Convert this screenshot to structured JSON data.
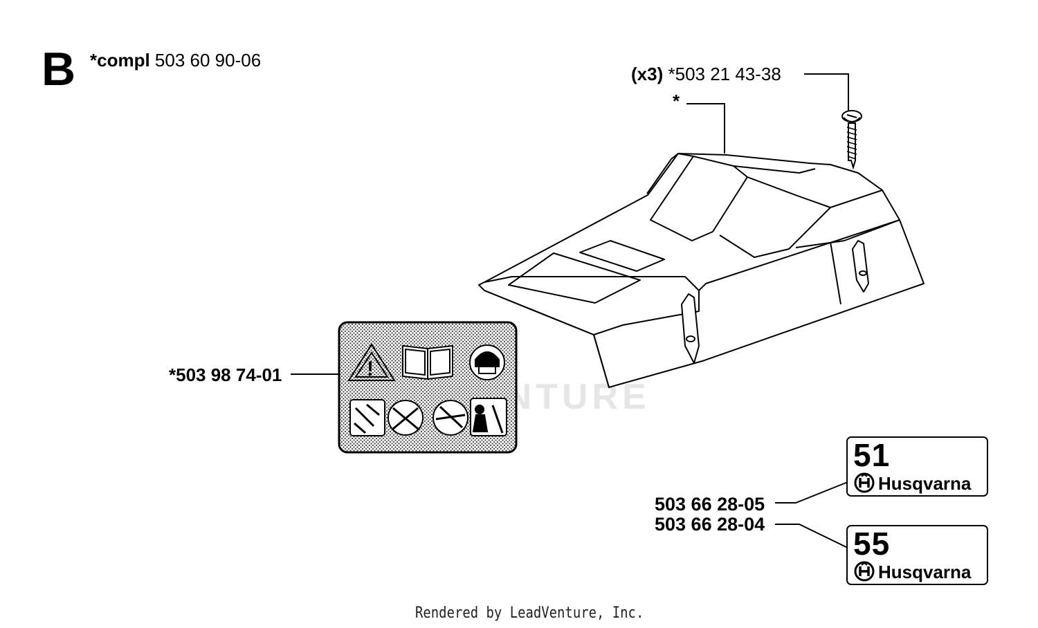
{
  "header": {
    "section_letter": "B",
    "compl_bold": "*compl",
    "compl_number": "503 60 90-06"
  },
  "parts": {
    "screw": {
      "qty": "(x3)",
      "number": "*503 21 43-38"
    },
    "cover": {
      "mark": "*"
    },
    "decal": {
      "number": "*503 98 74-01"
    },
    "plate_51": {
      "number": "503 66 28-05",
      "plate_text": "51",
      "brand": "Husqvarna"
    },
    "plate_55": {
      "number": "503 66 28-04",
      "plate_text": "55",
      "brand": "Husqvarna"
    }
  },
  "watermark": "ENTURE",
  "footer": "Rendered by LeadVenture, Inc.",
  "icons": {
    "screw": "screw-icon",
    "cover": "cylinder-cover-icon",
    "decal": "warning-decal-icon",
    "logo": "husqvarna-logo-icon"
  },
  "colors": {
    "line": "#000000",
    "background": "#ffffff",
    "decal_fill": "#bdbdbd",
    "watermark": "#e6e6e6"
  }
}
